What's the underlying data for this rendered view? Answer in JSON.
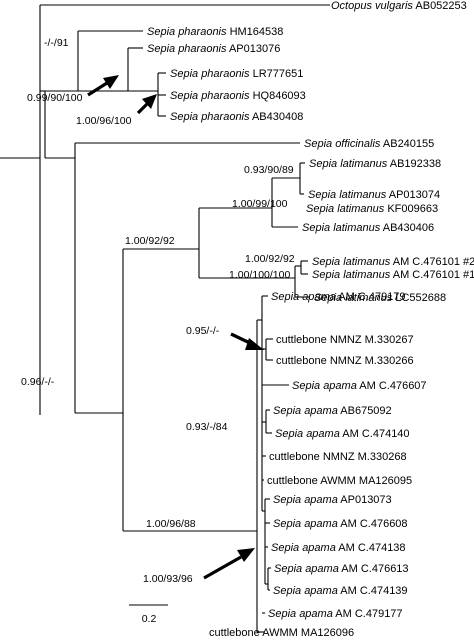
{
  "tips": [
    {
      "id": "octopus",
      "species": "Octopus vulgaris",
      "acc": "AB052253"
    },
    {
      "id": "ph1",
      "species": "Sepia pharaonis",
      "acc": "HM164538"
    },
    {
      "id": "ph2",
      "species": "Sepia pharaonis",
      "acc": "AP013076"
    },
    {
      "id": "ph3",
      "species": "Sepia pharaonis",
      "acc": "LR777651"
    },
    {
      "id": "ph4",
      "species": "Sepia pharaonis",
      "acc": "HQ846093"
    },
    {
      "id": "ph5",
      "species": "Sepia pharaonis",
      "acc": "AB430408"
    },
    {
      "id": "off",
      "species": "Sepia officinalis",
      "acc": "AB240155"
    },
    {
      "id": "la1",
      "species": "Sepia latimanus",
      "acc": "AB192338"
    },
    {
      "id": "la2",
      "species": "Sepia latimanus",
      "acc": "AP013074"
    },
    {
      "id": "la3",
      "species": "Sepia latimanus",
      "acc": "KF009663"
    },
    {
      "id": "la4",
      "species": "Sepia latimanus",
      "acc": "AB430406"
    },
    {
      "id": "la5",
      "species": "Sepia latimanus",
      "acc": "AM C.476101 #2"
    },
    {
      "id": "la6",
      "species": "Sepia latimanus",
      "acc": "AM C.476101 #1"
    },
    {
      "id": "la7",
      "species": "Sepia latimanus",
      "acc": "LC552688"
    },
    {
      "id": "ap1",
      "species": "Sepia apama",
      "acc": "AM C.479179"
    },
    {
      "id": "cb1",
      "species": "",
      "acc": "cuttlebone NMNZ M.330267"
    },
    {
      "id": "cb2",
      "species": "",
      "acc": "cuttlebone NMNZ M.330266"
    },
    {
      "id": "ap2",
      "species": "Sepia apama",
      "acc": "AM C.476607"
    },
    {
      "id": "ap3",
      "species": "Sepia apama",
      "acc": "AB675092"
    },
    {
      "id": "ap4",
      "species": "Sepia apama",
      "acc": "AM C.474140"
    },
    {
      "id": "cb3",
      "species": "",
      "acc": "cuttlebone NMNZ M.330268"
    },
    {
      "id": "cb4",
      "species": "",
      "acc": "cuttlebone AWMM MA126095"
    },
    {
      "id": "ap5",
      "species": "Sepia apama",
      "acc": "AP013073"
    },
    {
      "id": "ap6",
      "species": "Sepia apama",
      "acc": "AM C.476608"
    },
    {
      "id": "ap7",
      "species": "Sepia apama",
      "acc": "AM C.474138"
    },
    {
      "id": "ap8",
      "species": "Sepia apama",
      "acc": "AM C.476613"
    },
    {
      "id": "ap9",
      "species": "Sepia apama",
      "acc": "AM C.474139"
    },
    {
      "id": "ap10",
      "species": "Sepia apama",
      "acc": "AM C.479177"
    },
    {
      "id": "cb5",
      "species": "",
      "acc": "cuttlebone AWMM MA126096"
    }
  ],
  "supports": [
    {
      "id": "s_pharaonis",
      "text": "-/-/91"
    },
    {
      "id": "s_ph_arrow1",
      "text": "0.99/90/100"
    },
    {
      "id": "s_ph_arrow2",
      "text": "1.00/96/100"
    },
    {
      "id": "s_lat_a",
      "text": "0.93/90/89"
    },
    {
      "id": "s_lat_b",
      "text": "1.00/99/100"
    },
    {
      "id": "s_lat_clade",
      "text": "1.00/92/92"
    },
    {
      "id": "s_lat_c",
      "text": "1.00/92/92"
    },
    {
      "id": "s_lat_d",
      "text": "1.00/100/100"
    },
    {
      "id": "s_cb",
      "text": "0.95/-/-"
    },
    {
      "id": "s_main",
      "text": "0.96/-/-"
    },
    {
      "id": "s_apama_sub",
      "text": "0.93/-/84"
    },
    {
      "id": "s_apama",
      "text": "1.00/96/88"
    },
    {
      "id": "s_apama_arrow",
      "text": "1.00/93/96"
    }
  ],
  "scale_bar": {
    "label": "0.2"
  }
}
